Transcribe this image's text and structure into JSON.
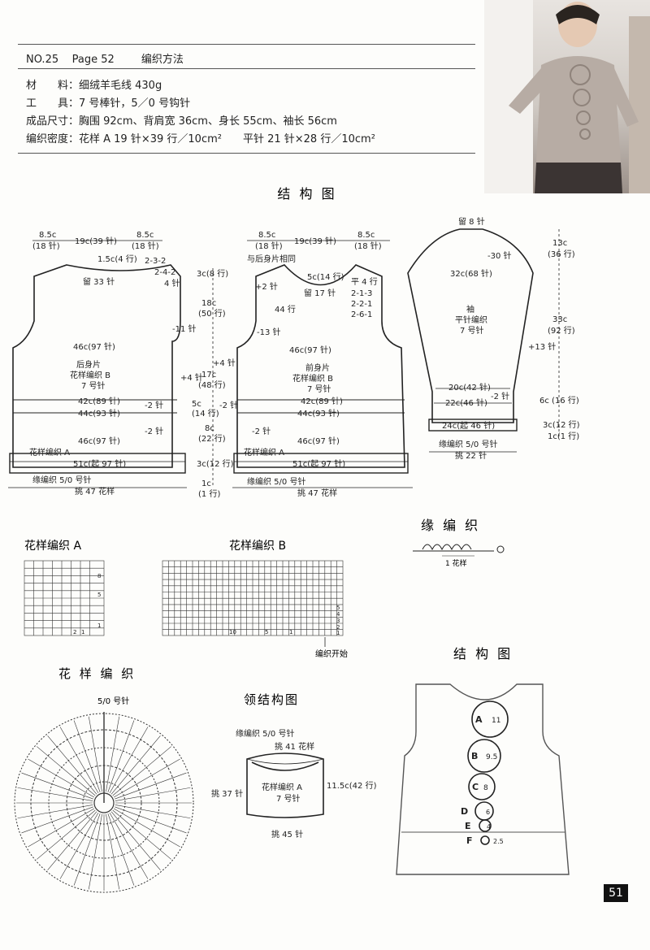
{
  "header": {
    "no": "NO.25",
    "page": "Page 52",
    "method": "编织方法",
    "material": "材　　料：细绒羊毛线 430g",
    "tools": "工　　具：7 号棒针，5／0 号钩针",
    "size": "成品尺寸：胸围 92cm、背肩宽 36cm、身长 55cm、袖长 56cm",
    "gauge": "编织密度：花样 A  19 针×39 行／10cm²　　平针  21 针×28 行／10cm²"
  },
  "titles": {
    "structure": "结 构 图",
    "patternA": "花样编织 A",
    "patternB": "花样编织 B",
    "edge": "缘 编 织",
    "motif": "花 样 编 织",
    "collar": "领结构图",
    "structure2": "结 构 图"
  },
  "back": {
    "top": [
      "8.5c",
      "(18 针)",
      "19c(39 针)",
      "8.5c",
      "(18 针)"
    ],
    "neck": [
      "1.5c(4 行)",
      "2-3-2",
      "2-4-2",
      "4 针",
      "留 33 针"
    ],
    "body": [
      "后身片",
      "花样编织 B",
      "7 号针"
    ],
    "rows": [
      "46c(97 针)",
      "42c(89 针)",
      "44c(93 针)",
      "46c(97 针)"
    ],
    "dec": [
      "-11 针",
      "+4 针",
      "-2 针",
      "-2 针"
    ],
    "edge": [
      "花样编织 A",
      "51c(起 97 针)",
      "缘编织 5/0 号针",
      "挑 47 花样"
    ],
    "height": [
      "3c(8 行)",
      "18c",
      "(50 行)",
      "17c",
      "(48 行)",
      "5c",
      "(14 行)",
      "8c",
      "(22 行)",
      "3c(12 行)",
      "1c",
      "(1 行)"
    ]
  },
  "front": {
    "top": [
      "8.5c",
      "(18 针)",
      "19c(39 针)",
      "8.5c",
      "(18 针)",
      "与后身片相同"
    ],
    "neck": [
      "5c(14 行)",
      "+2 针",
      "留 17 针",
      "平 4 行",
      "2-1-3",
      "2-2-1",
      "2-6-1",
      "44 行"
    ],
    "body": [
      "前身片",
      "花样编织 B",
      "7 号针"
    ],
    "rows": [
      "46c(97 针)",
      "42c(89 针)",
      "44c(93 针)",
      "46c(97 针)"
    ],
    "dec": [
      "-13 针",
      "+4 针",
      "-2 针",
      "-2 针"
    ],
    "edge": [
      "花样编织 A",
      "51c(起 97 针)",
      "缘编织 5/0 号针",
      "挑 47 花样"
    ]
  },
  "sleeve": {
    "labels": [
      "留 8 针",
      "-30 针",
      "32c(68 针)",
      "袖",
      "平针编织",
      "7 号针",
      "+13 针",
      "20c(42 针)",
      "22c(46 针)",
      "-2 针",
      "24c(起 46 针)",
      "缘编织 5/0 号针",
      "挑 22 针"
    ],
    "height": [
      "13c",
      "(36 行)",
      "33c",
      "(92 行)",
      "6c (16 行)",
      "3c(12 行)",
      "1c(1 行)"
    ]
  },
  "chartA": {
    "numbers": [
      "8",
      "5",
      "1",
      "2",
      "1"
    ]
  },
  "chartB": {
    "numbers": [
      "5",
      "4",
      "3",
      "2",
      "1",
      "10",
      "5",
      "1"
    ],
    "start": "编织开始"
  },
  "edgeStitch": {
    "repeat": "1 花样"
  },
  "motif": {
    "hook": "5/0 号针"
  },
  "collar": {
    "labels": [
      "缘编织  5/0 号针",
      "挑 41 花样",
      "花样编织 A",
      "7 号针",
      "11.5c(42 行)",
      "挑 37 针",
      "挑 45 针"
    ]
  },
  "layout2": {
    "circles": [
      {
        "id": "A",
        "size": "11"
      },
      {
        "id": "B",
        "size": "9.5"
      },
      {
        "id": "C",
        "size": "8"
      },
      {
        "id": "D",
        "size": "6"
      },
      {
        "id": "E",
        "size": "4"
      },
      {
        "id": "F",
        "size": "2.5"
      }
    ]
  },
  "pageNumber": "51"
}
